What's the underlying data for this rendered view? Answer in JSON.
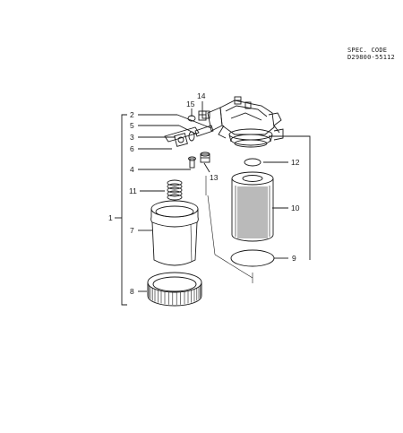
{
  "spec": {
    "label": "SPEC. CODE",
    "code": "D29800-55112"
  },
  "callouts": [
    {
      "id": "c1",
      "text": "1"
    },
    {
      "id": "c2",
      "text": "2"
    },
    {
      "id": "c3",
      "text": "3"
    },
    {
      "id": "c4",
      "text": "4"
    },
    {
      "id": "c5",
      "text": "5"
    },
    {
      "id": "c6",
      "text": "6"
    },
    {
      "id": "c7",
      "text": "7"
    },
    {
      "id": "c8",
      "text": "8"
    },
    {
      "id": "c9",
      "text": "9"
    },
    {
      "id": "c10",
      "text": "10"
    },
    {
      "id": "c11",
      "text": "11"
    },
    {
      "id": "c12",
      "text": "12"
    },
    {
      "id": "c13",
      "text": "13"
    },
    {
      "id": "c14",
      "text": "14"
    },
    {
      "id": "c15",
      "text": "15"
    }
  ]
}
